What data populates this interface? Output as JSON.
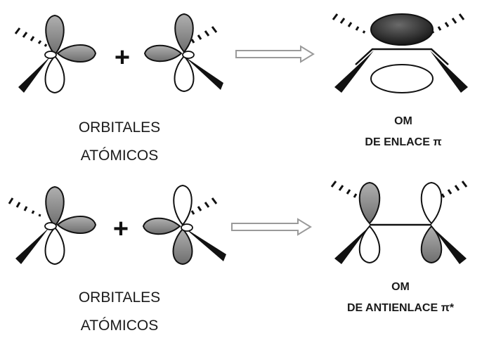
{
  "colors": {
    "ink": "#111111",
    "shade": "#8a8a8a",
    "arrow": "#9a9a9a",
    "background": "#ffffff"
  },
  "top": {
    "plus": "+",
    "atomic_label": [
      "ORBITALES",
      "ATÓMICOS"
    ],
    "result_label": [
      "OM",
      "DE ENLACE π"
    ]
  },
  "bottom": {
    "plus": "+",
    "atomic_label": [
      "ORBITALES",
      "ATÓMICOS"
    ],
    "result_label": [
      "OM",
      "DE ANTIENLACE π*"
    ]
  }
}
